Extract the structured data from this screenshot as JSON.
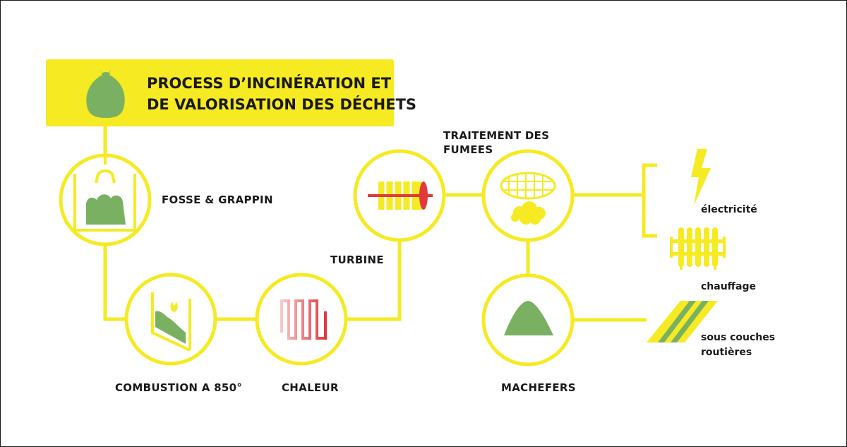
{
  "title": {
    "line1": "PROCESS D’INCINÉRATION ET",
    "line2": "DE VALORISATION DES DÉCHETS"
  },
  "steps": {
    "fosse": "FOSSE & GRAPPIN",
    "combustion": "COMBUSTION A 850°",
    "chaleur": "CHALEUR",
    "turbine": "TURBINE",
    "fumees_line1": "TRAITEMENT DES",
    "fumees_line2": "FUMEES",
    "machefers": "MACHEFERS"
  },
  "outputs": {
    "electricite": "électricité",
    "chauffage": "chauffage",
    "routes_line1": "sous couches",
    "routes_line2": "routières"
  },
  "colors": {
    "accent_yellow": "#f6ea23",
    "waste_green": "#79b062",
    "heat_red": "#e0393e"
  },
  "icons": {
    "bag": "waste-bag-icon",
    "grappin": "claw-crane-icon",
    "combustion": "furnace-flame-icon",
    "chaleur": "heat-coil-icon",
    "turbine": "turbine-rotor-icon",
    "fumees": "filter-smoke-icon",
    "machefers": "ash-pile-icon",
    "electricite": "lightning-bolt-icon",
    "chauffage": "radiator-icon",
    "routes": "road-layer-icon"
  }
}
